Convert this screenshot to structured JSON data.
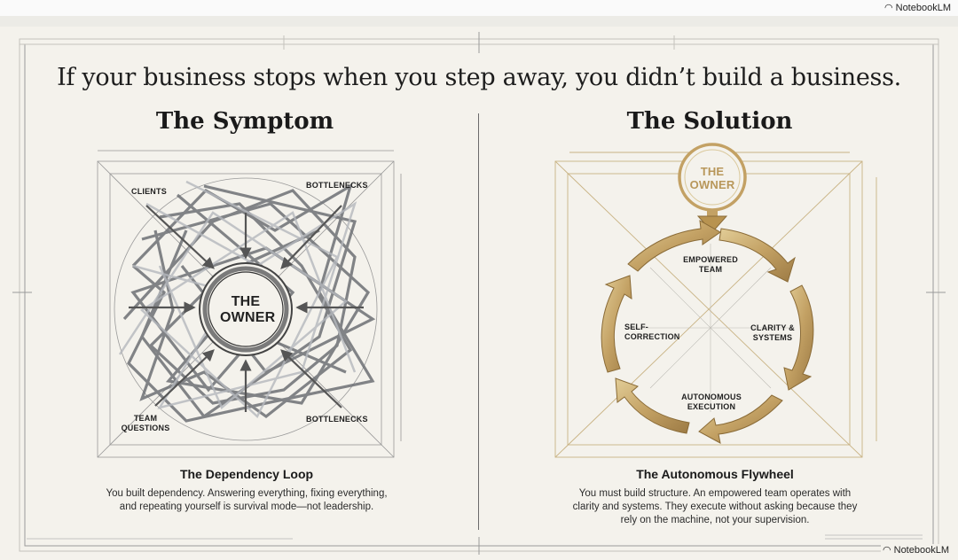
{
  "brand": {
    "name": "NotebookLM"
  },
  "headline": "If your business stops when you step away, you didn’t build a business.",
  "left": {
    "title": "The Symptom",
    "owner": [
      "THE",
      "OWNER"
    ],
    "labels": {
      "clients": "CLIENTS",
      "bottlenecks_top": "BOTTLENECKS",
      "team_questions": [
        "TEAM",
        "QUESTIONS"
      ],
      "bottlenecks_bottom": "BOTTLENECKS"
    },
    "caption_title": "The Dependency Loop",
    "caption": [
      "You built dependency. Answering everything, fixing everything,",
      "and repeating yourself is survival mode—not leadership."
    ]
  },
  "right": {
    "title": "The Solution",
    "owner": [
      "THE",
      "OWNER"
    ],
    "stages": {
      "empowered_team": [
        "EMPOWERED",
        "TEAM"
      ],
      "clarity": [
        "CLARITY &",
        "SYSTEMS"
      ],
      "autonomous": [
        "AUTONOMOUS",
        "EXECUTION"
      ],
      "self_correction": [
        "SELF-",
        "CORRECTION"
      ]
    },
    "caption_title": "The Autonomous Flywheel",
    "caption": [
      "You must build structure. An empowered team operates with",
      "clarity and systems. They execute without asking because they",
      "rely on the machine, not your supervision."
    ]
  },
  "colors": {
    "gold": "#b8975a",
    "gold_light": "#d8c18c",
    "ink": "#4a4a4a",
    "paper": "#f4f2ec"
  }
}
